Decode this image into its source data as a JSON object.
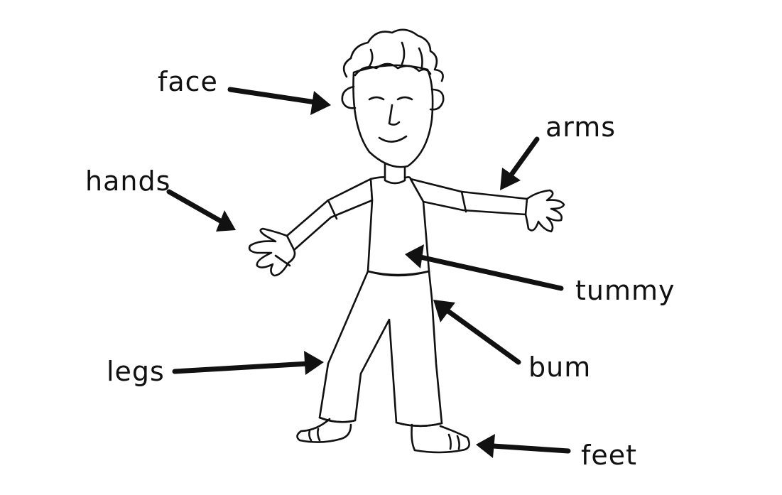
{
  "labels": {
    "face": "face",
    "arms": "arms",
    "hands": "hands",
    "tummy": "tummy",
    "legs": "legs",
    "bum": "bum",
    "feet": "feet"
  },
  "colors": {
    "ink": "#111111",
    "background": "#ffffff"
  }
}
